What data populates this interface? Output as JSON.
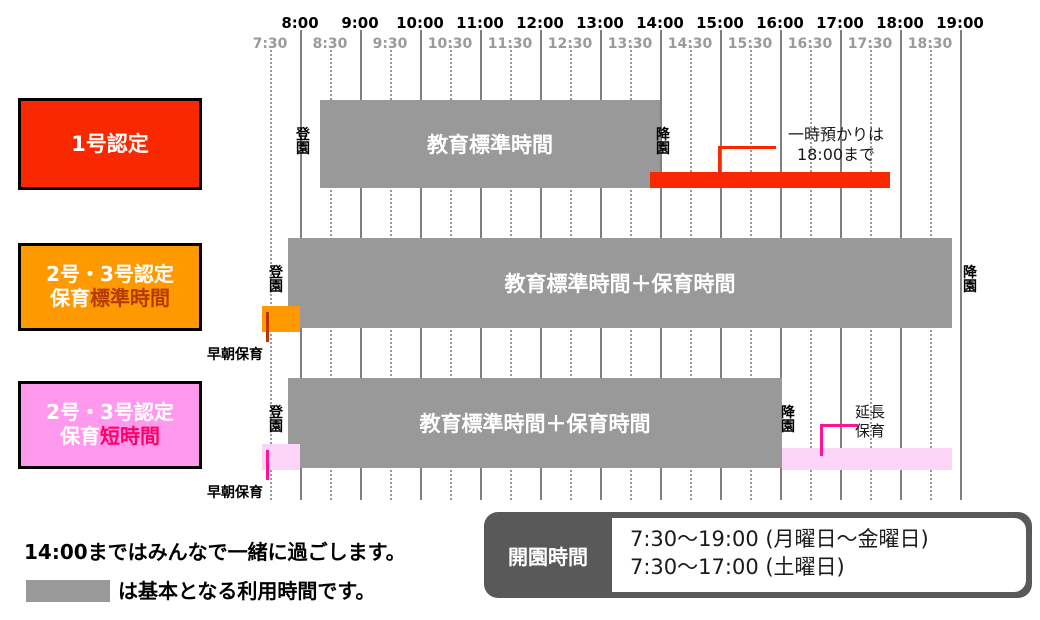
{
  "axis": {
    "start": "7:30",
    "end": "19:00",
    "hour_ticks": [
      "8:00",
      "9:00",
      "10:00",
      "11:00",
      "12:00",
      "13:00",
      "14:00",
      "15:00",
      "16:00",
      "17:00",
      "18:00",
      "19:00"
    ],
    "half_ticks": [
      "7:30",
      "8:30",
      "9:30",
      "10:30",
      "11:30",
      "12:30",
      "13:30",
      "14:30",
      "15:30",
      "16:30",
      "17:30",
      "18:30"
    ]
  },
  "colors": {
    "red": "#FA2800",
    "orange": "#FF9900",
    "pink": "#FF99EE",
    "pink_light": "#FBD4F7",
    "gray_bar": "#999999",
    "gray_panel": "#595959",
    "accent_brown": "#C03000",
    "magenta": "#FF1493"
  },
  "rows": [
    {
      "legend": {
        "line1": "1号認定",
        "line2": ""
      },
      "legend_bg": "#FA2800",
      "arrive_label": "登園",
      "depart_label": "降園",
      "main_bar_text": "教育標準時間",
      "main_bar_start": "8:30",
      "main_bar_end": "14:00",
      "extra_bar_start": "14:00",
      "extra_bar_end": "18:00",
      "annotation": {
        "line1": "一時預かりは",
        "line2": "18:00まで"
      }
    },
    {
      "legend": {
        "line1": "2号・3号認定",
        "line2_plain": "保育",
        "line2_accent": "標準時間"
      },
      "legend_bg": "#FF9900",
      "arrive_label": "登園",
      "depart_label": "降園",
      "main_bar_text": "教育標準時間＋保育時間",
      "main_bar_start": "8:00",
      "main_bar_end": "19:00",
      "early_bar_start": "7:30",
      "early_bar_end": "8:00",
      "early_label": "早朝保育"
    },
    {
      "legend": {
        "line1": "2号・3号認定",
        "line2_plain": "保育",
        "line2_accent": "短時間"
      },
      "legend_bg": "#FF99EE",
      "arrive_label": "登園",
      "depart_label": "降園",
      "main_bar_text": "教育標準時間＋保育時間",
      "main_bar_start": "8:00",
      "main_bar_end": "16:30",
      "early_bar_start": "7:30",
      "early_bar_end": "8:00",
      "early_label": "早朝保育",
      "extension_bar_start": "16:30",
      "extension_bar_end": "19:00",
      "annotation": {
        "line1": "延長",
        "line2": "保育"
      }
    }
  ],
  "notes": {
    "line1": "14:00まではみんなで一緒に過ごします。",
    "line2": "は基本となる利用時間です。"
  },
  "hours": {
    "label": "開園時間",
    "weekday": "7:30〜19:00 (月曜日〜金曜日)",
    "saturday": "7:30〜17:00 (土曜日)"
  }
}
